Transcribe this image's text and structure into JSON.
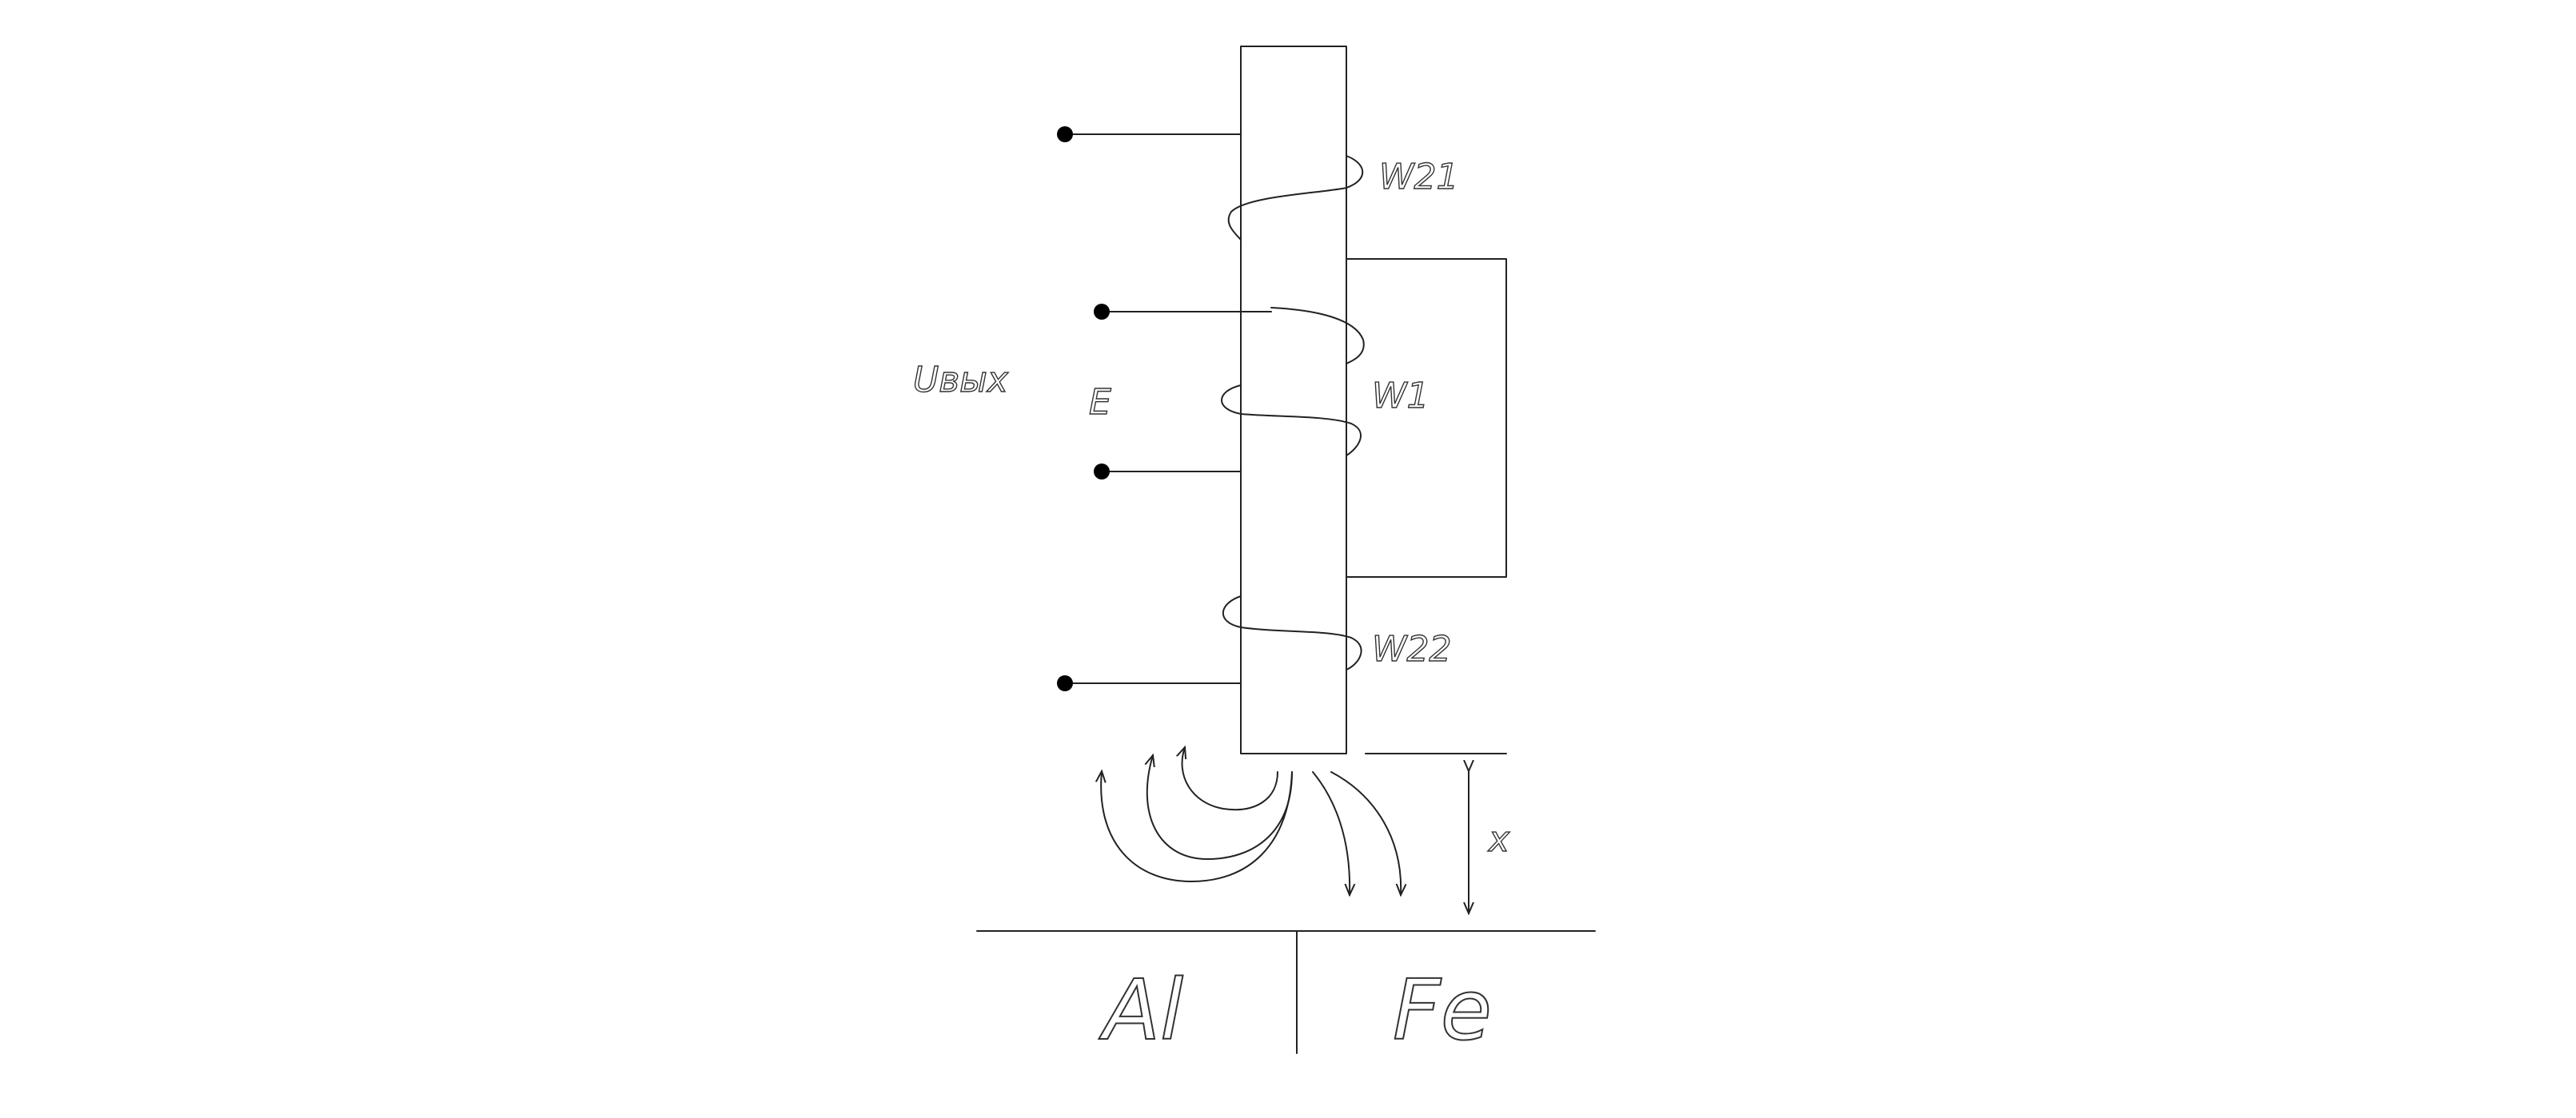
{
  "labels": {
    "w21": "W21",
    "w1": "W1",
    "w22": "W22",
    "output_voltage": "Uвых",
    "emf": "E",
    "gap": "x",
    "material_left": "Al",
    "material_right": "Fe"
  },
  "colors": {
    "line": "#222222",
    "terminal": "#000000",
    "background": "#ffffff"
  }
}
